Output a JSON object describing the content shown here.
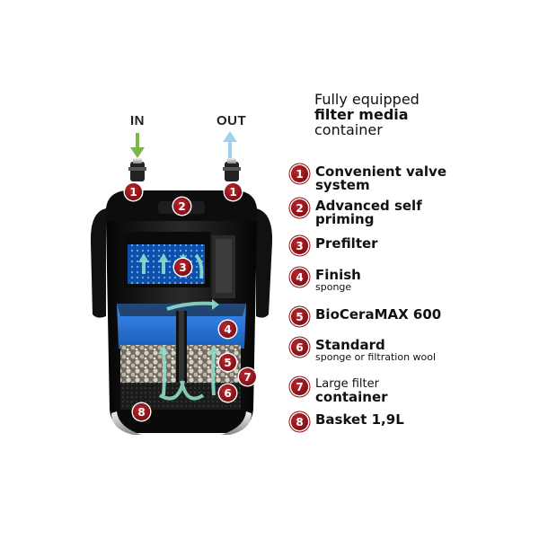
{
  "flow": {
    "in_label": "IN",
    "out_label": "OUT"
  },
  "heading": {
    "line1": "Fully equipped",
    "line2": "filter media",
    "line3": "container"
  },
  "legend": [
    {
      "number": "1",
      "main": "Convenient valve",
      "main2": "system",
      "sub": ""
    },
    {
      "number": "2",
      "main": "Advanced self",
      "main2": "priming",
      "sub": ""
    },
    {
      "number": "3",
      "main": "Prefilter",
      "main2": "",
      "sub": ""
    },
    {
      "number": "4",
      "main": "Finish",
      "main2": "",
      "sub": "sponge"
    },
    {
      "number": "5",
      "main": "BioCeraMAX 600",
      "main2": "",
      "sub": ""
    },
    {
      "number": "6",
      "main": "Standard",
      "main2": "",
      "sub": "sponge or filtration wool"
    },
    {
      "number": "7",
      "main": "Large filter",
      "main2": "container",
      "sub": ""
    },
    {
      "number": "8",
      "main": "Basket 1,9L",
      "main2": "",
      "sub": ""
    }
  ],
  "diagram_badges": [
    "1",
    "1",
    "2",
    "3",
    "4",
    "5",
    "7",
    "6",
    "8"
  ],
  "colors": {
    "badge_red": "#8c1419",
    "in_arrow": "#7ab648",
    "out_arrow": "#9ed2ec",
    "canister": "#1a1a1a",
    "sponge_blue": "#1f6fd0"
  },
  "icons": {
    "in_arrow": "arrow-down-icon",
    "out_arrow": "arrow-up-icon"
  }
}
